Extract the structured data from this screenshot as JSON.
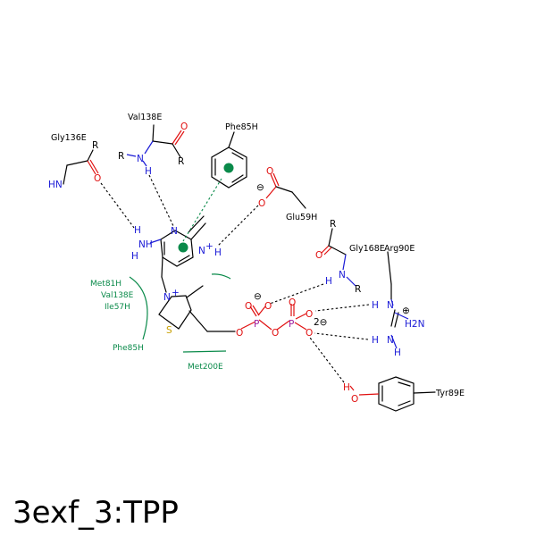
{
  "title": "3exf_3:TPP",
  "colors": {
    "carbon": "#000000",
    "nitrogen": "#1a1ad6",
    "oxygen": "#e01010",
    "phosphorus": "#a020a0",
    "sulfur": "#c8a000",
    "hydrophobic": "#0a8a4a"
  },
  "residues": {
    "gly136e": "Gly136E",
    "val138e": "Val138E",
    "phe85h_top": "Phe85H",
    "glu59h": "Glu59H",
    "gly168e": "Gly168E",
    "arg90e": "Arg90E",
    "tyr89e": "Tyr89E",
    "met81h": "Met81H",
    "val138e_hp": "Val138E",
    "ile57h": "Ile57H",
    "phe85h_hp": "Phe85H",
    "met200e": "Met200E"
  },
  "atoms": {
    "R": "R",
    "O": "O",
    "N": "N",
    "H": "H",
    "HN": "HN",
    "NH": "NH",
    "NPLUS": "N",
    "P": "P",
    "S": "S",
    "H2N": "H2N",
    "plus": "+",
    "minus": "⊖",
    "oplus": "⊕",
    "charge2": "2⊖"
  }
}
